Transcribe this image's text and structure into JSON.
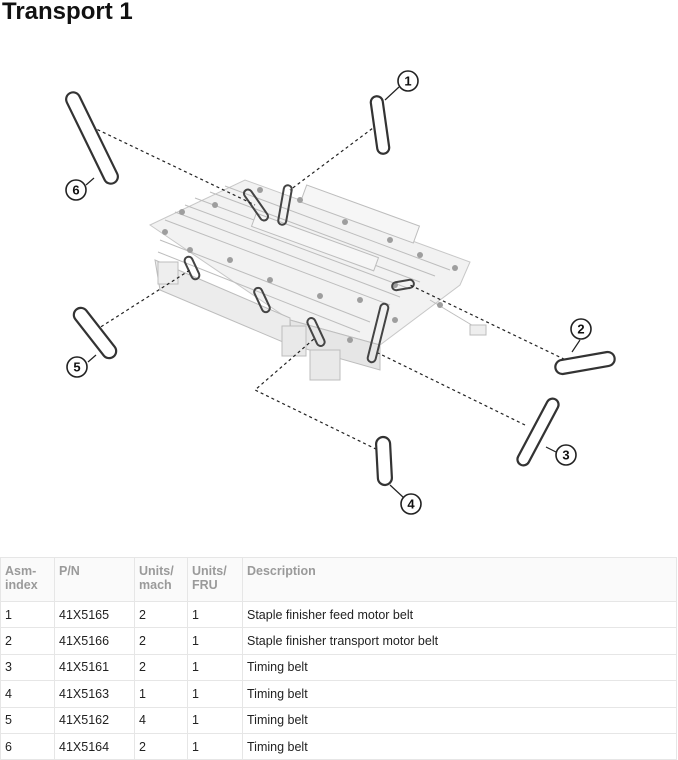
{
  "page": {
    "title": "Transport 1"
  },
  "figure": {
    "callouts": [
      "1",
      "2",
      "3",
      "4",
      "5",
      "6"
    ]
  },
  "table": {
    "headers": {
      "asm_index": [
        "Asm-",
        "index"
      ],
      "pn": "P/N",
      "units_mach": [
        "Units/",
        "mach"
      ],
      "units_fru": [
        "Units/",
        "FRU"
      ],
      "description": "Description"
    },
    "rows": [
      {
        "index": "1",
        "pn": "41X5165",
        "units_mach": "2",
        "units_fru": "1",
        "description": "Staple finisher feed motor belt"
      },
      {
        "index": "2",
        "pn": "41X5166",
        "units_mach": "2",
        "units_fru": "1",
        "description": "Staple finisher transport motor belt"
      },
      {
        "index": "3",
        "pn": "41X5161",
        "units_mach": "2",
        "units_fru": "1",
        "description": "Timing belt"
      },
      {
        "index": "4",
        "pn": "41X5163",
        "units_mach": "1",
        "units_fru": "1",
        "description": "Timing belt"
      },
      {
        "index": "5",
        "pn": "41X5162",
        "units_mach": "4",
        "units_fru": "1",
        "description": "Timing belt"
      },
      {
        "index": "6",
        "pn": "41X5164",
        "units_mach": "2",
        "units_fru": "1",
        "description": "Timing belt"
      }
    ]
  }
}
